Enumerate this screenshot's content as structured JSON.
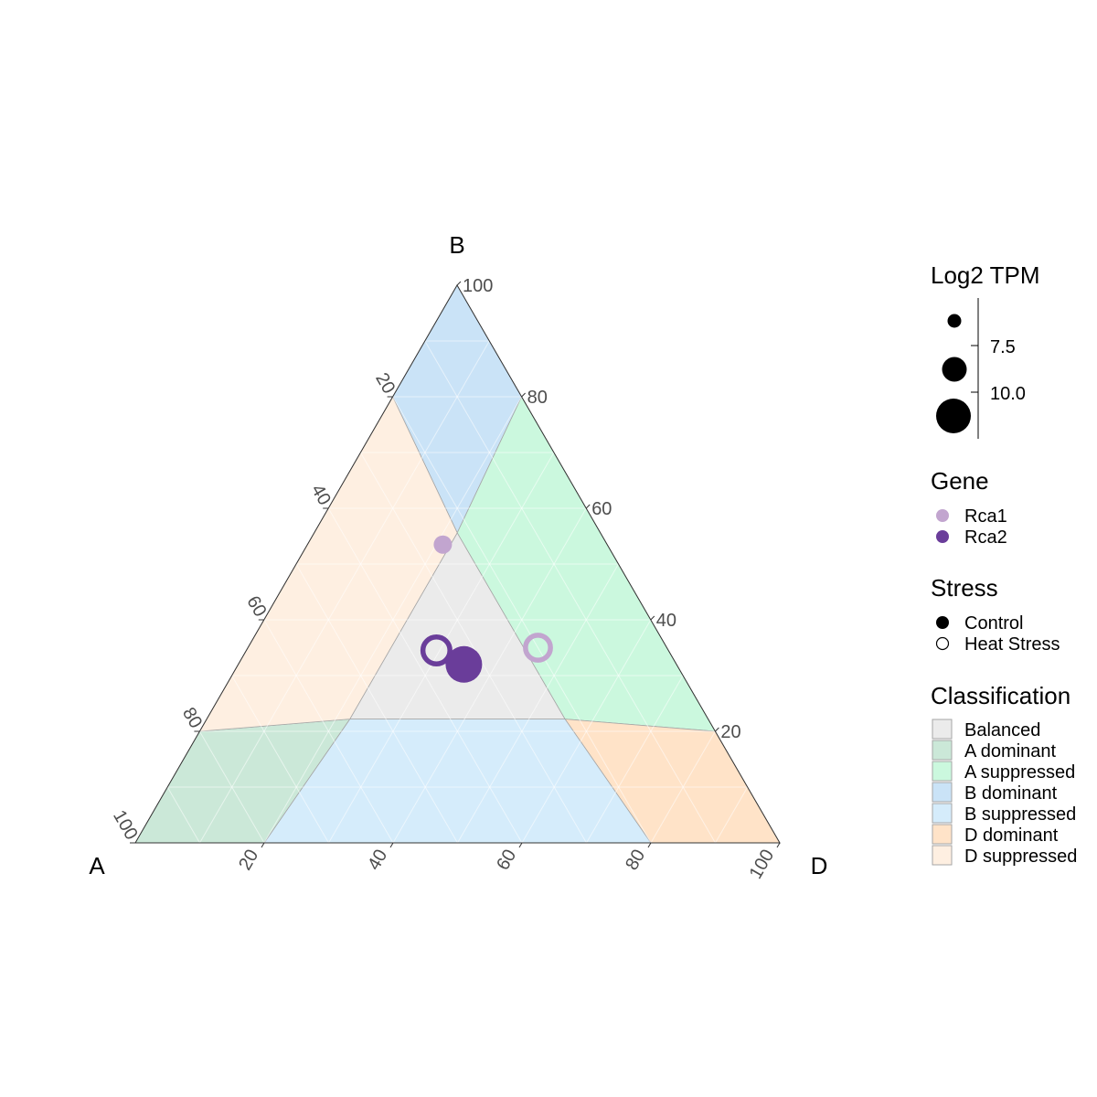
{
  "chart_data": {
    "type": "scatter",
    "subtype": "ternary",
    "axes": {
      "A": {
        "label": "A",
        "corner": "bottom-left"
      },
      "B": {
        "label": "B",
        "corner": "top"
      },
      "D": {
        "label": "D",
        "corner": "bottom-right"
      }
    },
    "ticks": [
      "20",
      "40",
      "60",
      "80",
      "100"
    ],
    "grid": true,
    "classification_regions": [
      {
        "name": "Balanced",
        "color": "#ebebeb",
        "polygon": [
          [
            0.222,
            0.556,
            0.222
          ],
          [
            0.222,
            0.222,
            0.556
          ],
          [
            0.556,
            0.222,
            0.222
          ]
        ]
      },
      {
        "name": "B dominant",
        "color": "#cae3f7",
        "polygon": [
          [
            0,
            1,
            0
          ],
          [
            0.2,
            0.8,
            0
          ],
          [
            0.222,
            0.556,
            0.222
          ],
          [
            0,
            0.8,
            0.2
          ]
        ]
      },
      {
        "name": "A suppressed",
        "color": "#cbf8de",
        "polygon": [
          [
            0,
            0.8,
            0.2
          ],
          [
            0.222,
            0.556,
            0.222
          ],
          [
            0.222,
            0.222,
            0.556
          ],
          [
            0,
            0.2,
            0.8
          ]
        ]
      },
      {
        "name": "D dominant",
        "color": "#ffe3c8",
        "polygon": [
          [
            0,
            0.2,
            0.8
          ],
          [
            0.222,
            0.222,
            0.556
          ],
          [
            0.2,
            0,
            0.8
          ],
          [
            0,
            0,
            1
          ]
        ]
      },
      {
        "name": "B suppressed",
        "color": "#d5ecfb",
        "polygon": [
          [
            0.556,
            0.222,
            0.222
          ],
          [
            0.222,
            0.222,
            0.556
          ],
          [
            0.2,
            0,
            0.8
          ],
          [
            0.8,
            0,
            0.2
          ]
        ]
      },
      {
        "name": "A dominant",
        "color": "#cbe8d8",
        "polygon": [
          [
            1,
            0,
            0
          ],
          [
            0.8,
            0,
            0.2
          ],
          [
            0.556,
            0.222,
            0.222
          ],
          [
            0.8,
            0.2,
            0
          ]
        ]
      },
      {
        "name": "D suppressed",
        "color": "#feefe1",
        "polygon": [
          [
            0.8,
            0.2,
            0
          ],
          [
            0.556,
            0.222,
            0.222
          ],
          [
            0.222,
            0.556,
            0.222
          ],
          [
            0.2,
            0.8,
            0
          ]
        ]
      }
    ],
    "points": [
      {
        "gene": "Rca1",
        "stress": "Control",
        "A": 0.255,
        "B": 0.535,
        "D": 0.21,
        "log2_tpm": 6.0
      },
      {
        "gene": "Rca1",
        "stress": "Heat Stress",
        "A": 0.2,
        "B": 0.35,
        "D": 0.45,
        "log2_tpm": 9.0
      },
      {
        "gene": "Rca2",
        "stress": "Heat Stress",
        "A": 0.36,
        "B": 0.345,
        "D": 0.295,
        "log2_tpm": 9.5
      },
      {
        "gene": "Rca2",
        "stress": "Control",
        "A": 0.33,
        "B": 0.32,
        "D": 0.35,
        "log2_tpm": 10.5
      }
    ],
    "gene_colors": {
      "Rca1": "#c2a5cf",
      "Rca2": "#6a3d9a"
    },
    "size_scale": {
      "min_log2": 6.0,
      "max_log2": 10.5
    },
    "legends": {
      "size": {
        "title": "Log2 TPM",
        "ticks": [
          {
            "value": 7.5,
            "label": "7.5"
          },
          {
            "value": 10.0,
            "label": "10.0"
          }
        ]
      },
      "gene": {
        "title": "Gene",
        "items": [
          "Rca1",
          "Rca2"
        ]
      },
      "stress": {
        "title": "Stress",
        "items": [
          {
            "label": "Control",
            "filled": true
          },
          {
            "label": "Heat Stress",
            "filled": false
          }
        ]
      },
      "classification": {
        "title": "Classification",
        "items": [
          {
            "label": " Balanced",
            "color": "#ebebeb"
          },
          {
            "label": "A dominant",
            "color": "#cbe8d8"
          },
          {
            "label": "A suppressed",
            "color": "#cbf8de"
          },
          {
            "label": "B dominant",
            "color": "#cae3f7"
          },
          {
            "label": "B suppressed",
            "color": "#d5ecfb"
          },
          {
            "label": "D dominant",
            "color": "#ffe3c8"
          },
          {
            "label": "D suppressed",
            "color": "#feefe1"
          }
        ]
      }
    }
  }
}
